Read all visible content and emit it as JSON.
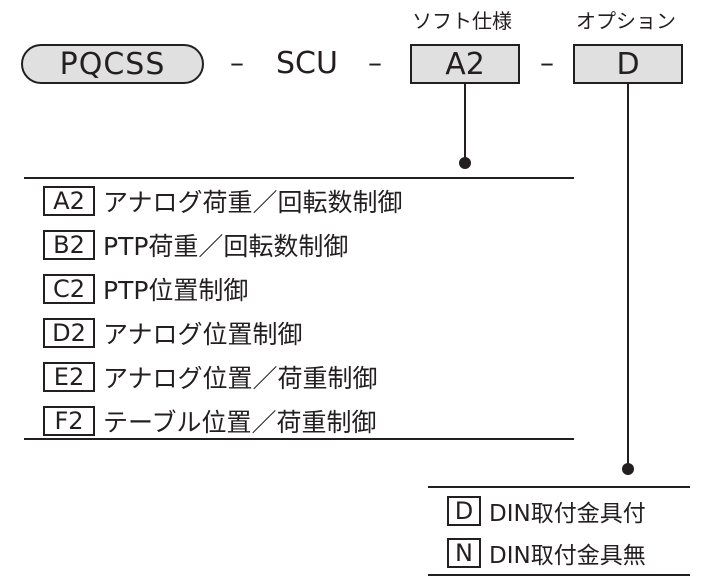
{
  "model": {
    "prefix": "PQCSS",
    "dash1": "–",
    "series": "SCU",
    "dash2": "–",
    "software_label": "ソフト仕様",
    "software_value": "A2",
    "dash3": "–",
    "option_label": "オプション",
    "option_value": "D"
  },
  "software_options": [
    {
      "code": "A2",
      "desc": "アナログ荷重／回転数制御"
    },
    {
      "code": "B2",
      "desc": "PTP荷重／回転数制御"
    },
    {
      "code": "C2",
      "desc": "PTP位置制御"
    },
    {
      "code": "D2",
      "desc": "アナログ位置制御"
    },
    {
      "code": "E2",
      "desc": "アナログ位置／荷重制御"
    },
    {
      "code": "F2",
      "desc": "テーブル位置／荷重制御"
    }
  ],
  "option_options": [
    {
      "code": "D",
      "desc": "DIN取付金具付"
    },
    {
      "code": "N",
      "desc": "DIN取付金具無"
    }
  ]
}
